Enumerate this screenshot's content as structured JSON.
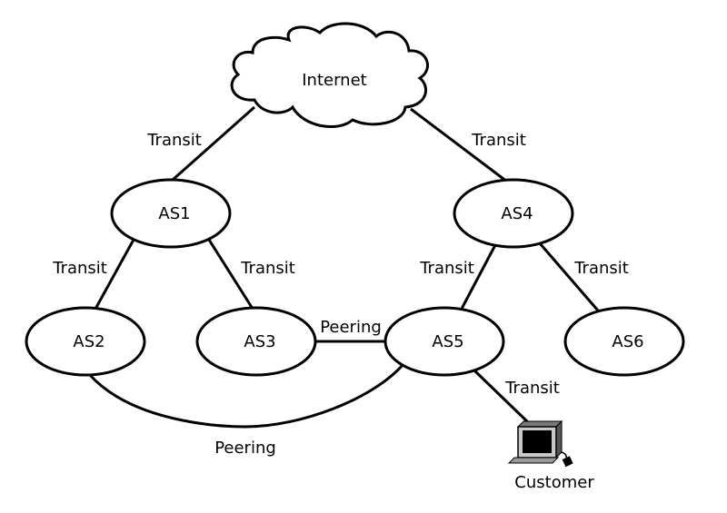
{
  "nodes": {
    "internet": "Internet",
    "as1": "AS1",
    "as2": "AS2",
    "as3": "AS3",
    "as4": "AS4",
    "as5": "AS5",
    "as6": "AS6",
    "customer": "Customer"
  },
  "edges": {
    "internet_as1": "Transit",
    "internet_as4": "Transit",
    "as1_as2": "Transit",
    "as1_as3": "Transit",
    "as4_as5": "Transit",
    "as4_as6": "Transit",
    "as3_as5": "Peering",
    "as2_as5": "Peering",
    "as5_customer": "Transit"
  },
  "icons": {
    "customer": "computer-icon",
    "internet": "cloud-icon"
  }
}
